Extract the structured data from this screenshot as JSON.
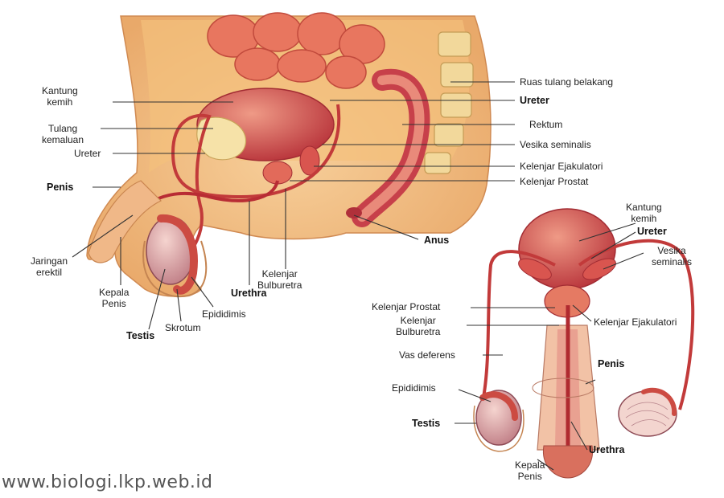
{
  "side_view": {
    "labels": {
      "ruas_tulang_belakang": "Ruas tulang belakang",
      "kantung_kemih": "Kantung\nkemih",
      "ureter_bold": "Ureter",
      "tulang_kemaluan": "Tulang\nkemaluan",
      "rektum": "Rektum",
      "ureter": "Ureter",
      "vesika_seminalis": "Vesika seminalis",
      "kelenjar_ejakulatori": "Kelenjar Ejakulatori",
      "penis": "Penis",
      "kelenjar_prostat": "Kelenjar Prostat",
      "anus": "Anus",
      "jaringan_erektil": "Jaringan\nerektil",
      "kelenjar_bulburetra": "Kelenjar\nBulburetra",
      "kepala_penis": "Kepala\nPenis",
      "urethra": "Urethra",
      "epididimis": "Epididimis",
      "skrotum": "Skrotum",
      "testis": "Testis"
    }
  },
  "front_view": {
    "labels": {
      "kantung_kemih": "Kantung\nkemih",
      "ureter": "Ureter",
      "vesika_seminalis": "Vesika\nseminalis",
      "kelenjar_prostat": "Kelenjar Prostat",
      "kelenjar_bulburetra": "Kelenjar\nBulburetra",
      "kelenjar_ejakulatori": "Kelenjar Ejakulatori",
      "vas_deferens": "Vas deferens",
      "penis": "Penis",
      "epididimis": "Epididimis",
      "testis": "Testis",
      "urethra": "Urethra",
      "kepala_penis": "Kepala\nPenis"
    }
  },
  "watermark": "www.biologi.lkp.web.id"
}
